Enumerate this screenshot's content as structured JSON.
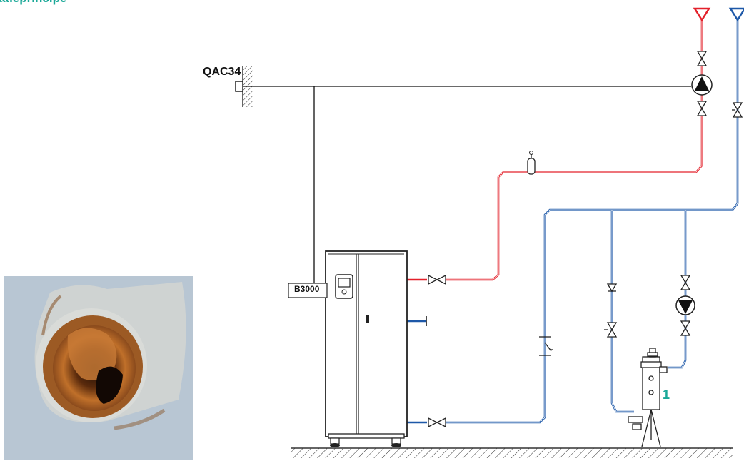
{
  "title": "atieprincipe",
  "labels": {
    "sensor": "QAC34",
    "controller": "B3000",
    "component_number": "1"
  },
  "photo": {
    "subject": "cross-section of corroded pipe"
  },
  "colors": {
    "title": "#1aa898",
    "hot_line": "#e3202a",
    "cold_line": "#1d58a8",
    "control_line": "#111111",
    "photo_bg": "#b8c6d3"
  },
  "icons": [
    "supply-triangle-icon",
    "return-triangle-icon",
    "pump-icon",
    "valve-icon",
    "air-vent-icon",
    "check-valve-icon",
    "wall-sensor-icon",
    "ground-hatch-icon"
  ]
}
